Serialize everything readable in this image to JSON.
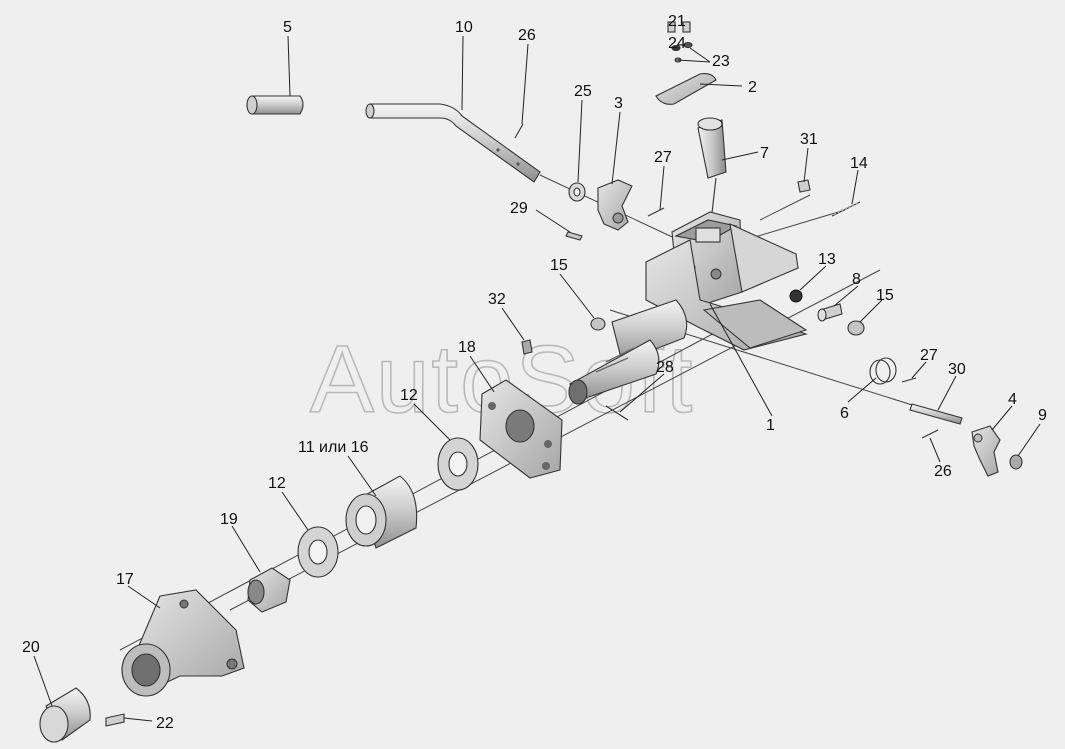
{
  "watermark": "AutoSoft",
  "callouts": {
    "c1": "1",
    "c2": "2",
    "c3": "3",
    "c4": "4",
    "c5": "5",
    "c6": "6",
    "c7": "7",
    "c8": "8",
    "c9": "9",
    "c10": "10",
    "c11": "11 или 16",
    "c12a": "12",
    "c12b": "12",
    "c13": "13",
    "c14": "14",
    "c15a": "15",
    "c15b": "15",
    "c17": "17",
    "c18": "18",
    "c19": "19",
    "c20": "20",
    "c21": "21",
    "c22": "22",
    "c23": "23",
    "c24": "24",
    "c25": "25",
    "c26a": "26",
    "c26b": "26",
    "c27a": "27",
    "c27b": "27",
    "c28": "28",
    "c29": "29",
    "c30": "30",
    "c31": "31",
    "c32": "32"
  },
  "colors": {
    "background": "#efefef",
    "part_light": "#d8d8d8",
    "part_mid": "#bdbdbd",
    "part_dark": "#8e8e8e",
    "line": "#222222"
  }
}
